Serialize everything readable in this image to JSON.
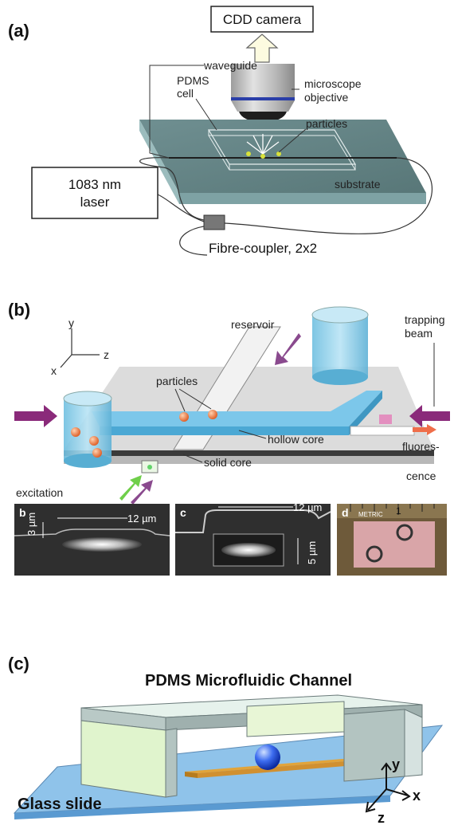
{
  "panel_a": {
    "label": "(a)",
    "camera": "CDD camera",
    "waveguide": "waveguide",
    "pdms_line1": "PDMS",
    "pdms_line2": "cell",
    "microscope_line1": "microscope",
    "microscope_line2": "objective",
    "particles": "particles",
    "laser_line1": "1083 nm",
    "laser_line2": "laser",
    "substrate": "substrate",
    "coupler": "Fibre-coupler, 2x2"
  },
  "panel_b": {
    "label": "(b)",
    "reservoir": "reservoir",
    "trapping_line1": "trapping",
    "trapping_line2": "beam",
    "axis_y": "y",
    "axis_z": "z",
    "axis_x": "x",
    "particles": "particles",
    "hollow_core": "hollow core",
    "solid_core": "solid core",
    "fluor_line1": "fluores-",
    "fluor_line2": "cence",
    "excitation": "excitation",
    "sub_b": "b",
    "sub_c": "c",
    "sub_d": "d",
    "dim_3um": "3 µm",
    "dim_12um_b": "12 µm",
    "dim_12um_c": "12 µm",
    "dim_5um": "5 µm",
    "ruler_metric": "METRIC",
    "ruler_one": "1"
  },
  "panel_c": {
    "label": "(c)",
    "title": "PDMS Microfluidic Channel",
    "glass": "Glass slide",
    "axis_y": "y",
    "axis_x": "x",
    "axis_z": "z"
  }
}
